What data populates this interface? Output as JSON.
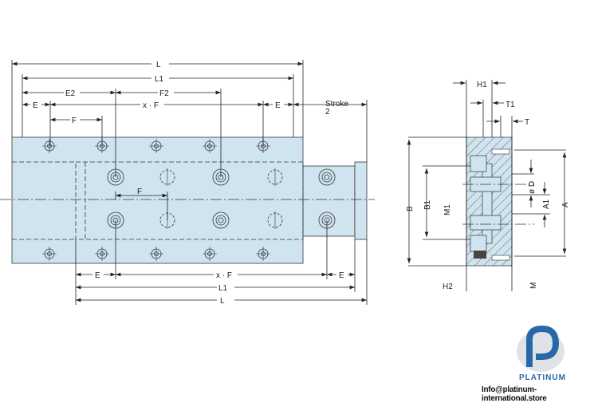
{
  "front_view": {
    "top_dims": {
      "L": "L",
      "L1": "L1",
      "E2": "E2",
      "F2": "F2",
      "E_left": "E",
      "xF": "x · F",
      "E_right": "E",
      "F": "F",
      "stroke": "Stroke",
      "stroke_div": "2"
    },
    "inner_F": "F",
    "bottom_dims": {
      "E_left": "E",
      "xF": "x · F",
      "E_right": "E",
      "L1": "L1",
      "L": "L"
    }
  },
  "side_view": {
    "H1": "H1",
    "T1": "T1",
    "T": "T",
    "B": "B",
    "B1": "B1",
    "M1": "M1",
    "D": "ø D",
    "A1": "A1",
    "A": "A",
    "H2": "H2",
    "M": "M"
  },
  "logo": {
    "brand": "PLATINUM",
    "email": "Info@platinum-international.store"
  },
  "colors": {
    "body": "#cfe4ef",
    "brand": "#2868a8"
  }
}
